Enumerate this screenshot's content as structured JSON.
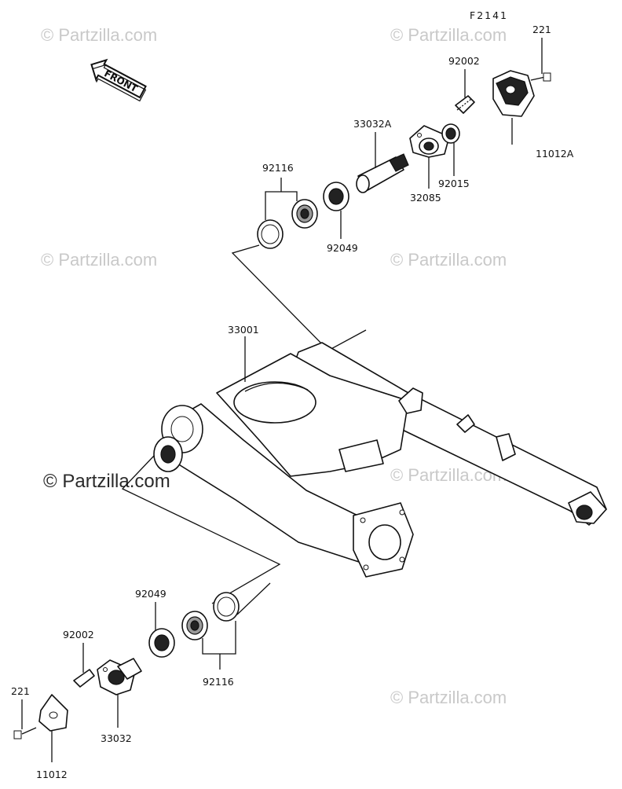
{
  "diagram_code": "F2141",
  "front_arrow_label": "FRONT",
  "watermark": "© Partzilla.com",
  "part_numbers": {
    "p221_top": "221",
    "p92002_top": "92002",
    "p11012A": "11012A",
    "p33032A": "33032A",
    "p92015": "92015",
    "p32085": "32085",
    "p92116_top": "92116",
    "p92049_top": "92049",
    "p33001": "33001",
    "p92049_bottom": "92049",
    "p92002_bottom": "92002",
    "p92116_bottom": "92116",
    "p221_bottom": "221",
    "p33032": "33032",
    "p11012": "11012"
  }
}
